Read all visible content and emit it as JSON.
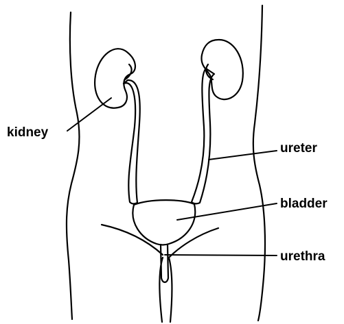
{
  "labels": {
    "kidney": "kidney",
    "ureter": "ureter",
    "bladder": "bladder",
    "urethra": "urethra"
  },
  "colors": {
    "ink": "#000000",
    "background": "#ffffff"
  }
}
